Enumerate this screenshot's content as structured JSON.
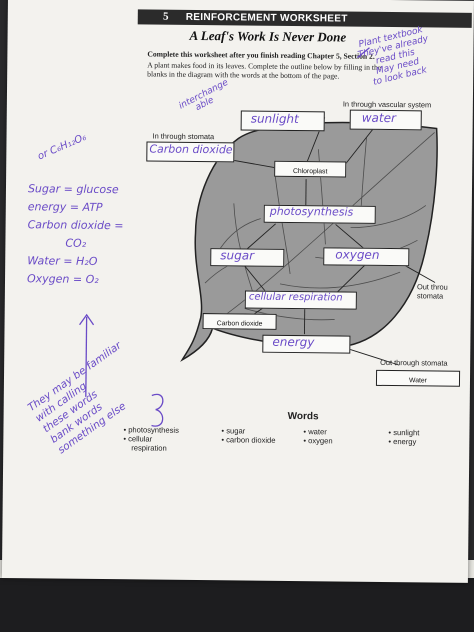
{
  "worksheet": {
    "chapter_number": "5",
    "header_label": "REINFORCEMENT WORKSHEET",
    "title": "A Leaf's Work Is Never Done",
    "instructions_bold": "Complete this worksheet after you finish reading Chapter 5, Section 2.",
    "instructions_body": "A plant makes food in its leaves. Complete the outline below by filling in the blanks in the diagram with the words at the bottom of the page."
  },
  "diagram": {
    "labels": {
      "in_vascular": "In through vascular system",
      "in_stomata": "In through stomata",
      "out_stomata_right_1": "Out throu",
      "out_stomata_right_2": "stomata",
      "out_stomata_bottom": "Out through stomata"
    },
    "boxes": {
      "chloroplast": "Chloroplast",
      "carbon_dioxide_out": "Carbon dioxide",
      "water_out": "Water"
    },
    "handwritten_answers": {
      "sunlight": "sunlight",
      "water": "water",
      "carbon_dioxide": "Carbon dioxide",
      "photosynthesis": "photosynthesis",
      "sugar": "sugar",
      "oxygen": "oxygen",
      "cellular_respiration": "cellular respiration",
      "energy": "energy"
    }
  },
  "word_bank": {
    "title": "Words",
    "columns": [
      [
        "• photosynthesis",
        "• cellular",
        "respiration"
      ],
      [
        "• sugar",
        "• carbon dioxide"
      ],
      [
        "• water",
        "• oxygen"
      ],
      [
        "• sunlight",
        "• energy"
      ]
    ]
  },
  "annotations": {
    "top_right": [
      "Plant textbook",
      "They've already",
      "read this",
      "May need",
      "to look back"
    ],
    "interchange": [
      "interchange",
      "able"
    ],
    "formula_or": "or C₆H₁₂O₆",
    "left_list": [
      "Sugar = glucose",
      "energy = ATP",
      "Carbon dioxide =",
      "CO₂",
      "Water = H₂O",
      "Oxygen = O₂"
    ],
    "bottom_left": [
      "They may be familiar",
      "with calling",
      "these words",
      "bank words",
      "something else"
    ]
  },
  "colors": {
    "ink": "#6a4bc7",
    "header_bar": "#2b2b2b",
    "leaf_fill": "#9a9a9a"
  }
}
